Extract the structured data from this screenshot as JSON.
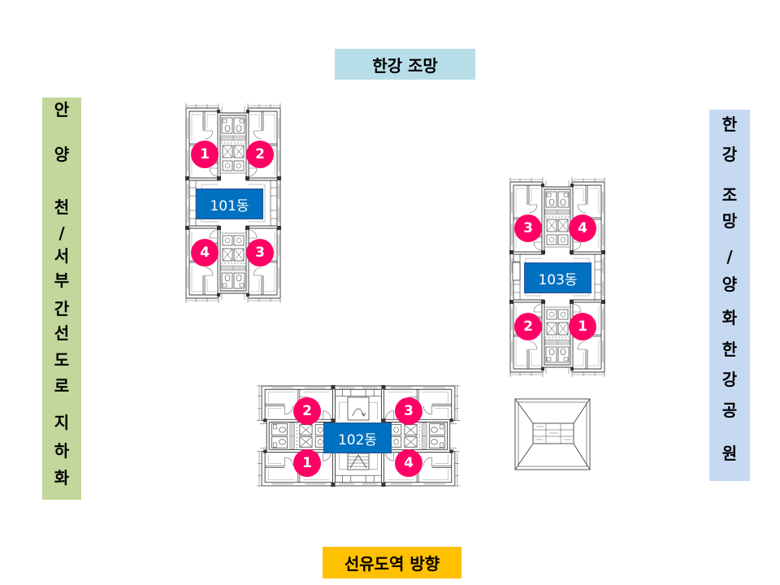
{
  "top_label": {
    "text": "한강 조망",
    "bg": "#b7dee8"
  },
  "left_label": {
    "chars": [
      "안",
      "양",
      "천",
      "/",
      "서",
      "부",
      "간",
      "선",
      "도",
      "로",
      "지",
      "하",
      "화"
    ],
    "bg": "#c3d69b"
  },
  "right_label": {
    "chars": [
      "한",
      "강",
      "조",
      "망",
      "/",
      "양",
      "화",
      "한",
      "강",
      "공",
      "원"
    ],
    "bg": "#c6d9f1"
  },
  "bottom_label": {
    "text": "선유도역 방향",
    "bg": "#ffc000"
  },
  "buildings": [
    {
      "name": "101동",
      "units": [
        "1",
        "2",
        "4",
        "3"
      ]
    },
    {
      "name": "102동",
      "units": [
        "2",
        "3",
        "1",
        "4"
      ]
    },
    {
      "name": "103동",
      "units": [
        "3",
        "4",
        "2",
        "1"
      ]
    }
  ],
  "colors": {
    "building_label": "#0070c0",
    "unit_badge": "#ff0066",
    "plan_line": "#3a3a3a"
  }
}
